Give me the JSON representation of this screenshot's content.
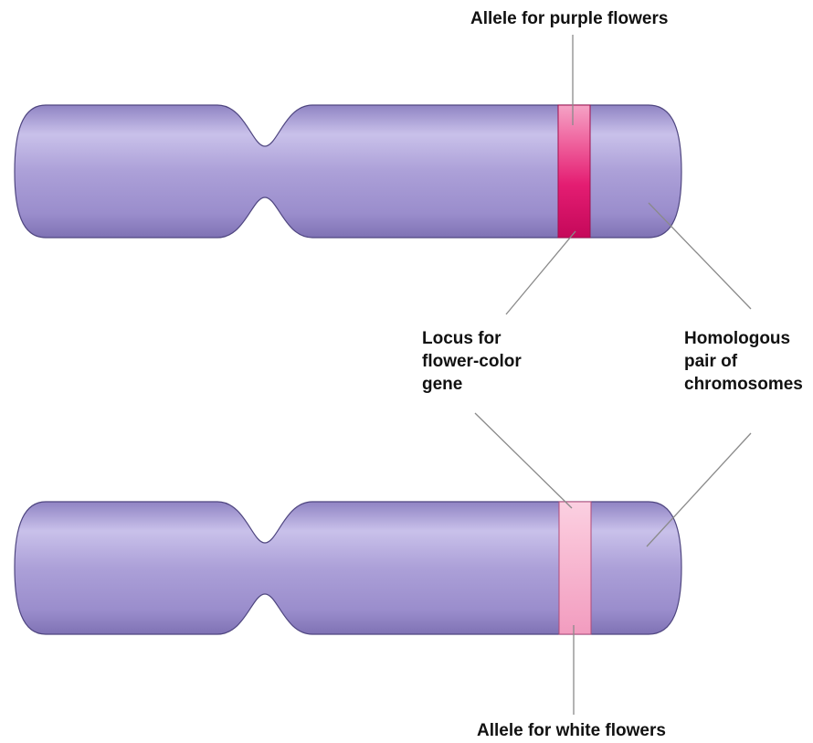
{
  "labels": {
    "allele_purple": "Allele for purple flowers",
    "allele_white": "Allele for white flowers",
    "locus": [
      "Locus for",
      "flower-color",
      "gene"
    ],
    "homologous": [
      "Homologous",
      "pair of",
      "chromosomes"
    ]
  },
  "colors": {
    "chromosome_fill": "#a69ad2",
    "chromosome_highlight": "#c9c1ea",
    "chromosome_shadow": "#7f72b4",
    "purple_allele_band": "#e0186a",
    "white_allele_band": "#f7a6c6",
    "leader_line": "#8a8a8a"
  }
}
